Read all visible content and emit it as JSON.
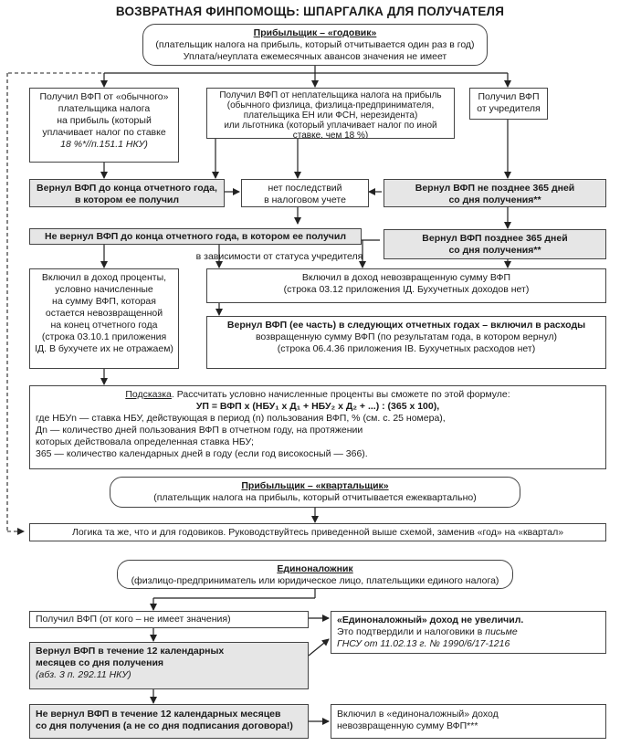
{
  "title": "ВОЗВРАТНАЯ ФИНПОМОЩЬ: ШПАРГАЛКА ДЛЯ ПОЛУЧАТЕЛЯ",
  "godovik": {
    "head": "Прибыльщик – «годовик»",
    "line1": "(плательщик налога на прибыль, который отчитывается один раз в год)",
    "line2": "Уплата/неуплата ежемесячных авансов значения не имеет"
  },
  "col1": {
    "l1": "Получил ВФП от «обычного»",
    "l2": "плательщика налога",
    "l3": "на прибыль (который",
    "l4": "уплачивает налог по ставке",
    "l5": "18 %*//п.151.1 НКУ)"
  },
  "col2": {
    "l1": "Получил ВФП от неплательщика налога на прибыль",
    "l2": "(обычного физлица, физлица-предпринимателя,",
    "l3": "плательщика ЕН или ФСН, нерезидента)",
    "l4": "или льготника (который уплачивает налог по иной",
    "l5": "ставке, чем 18 %)"
  },
  "col3": {
    "l1": "Получил ВФП",
    "l2": "от учредителя"
  },
  "returned_year": {
    "l1": "Вернул ВФП до конца отчетного года,",
    "l2": "в котором ее получил"
  },
  "no_consequences": {
    "l1": "нет последствий",
    "l2": "в налоговом учете"
  },
  "returned_365": {
    "l1": "Вернул ВФП не позднее 365 дней",
    "l2": "со дня получения**"
  },
  "not_returned_year": "Не вернул ВФП до конца отчетного года, в котором ее получил",
  "returned_after_365": {
    "l1": "Вернул ВФП позднее 365 дней",
    "l2": "со дня получения**"
  },
  "founder_note": "в зависимости от статуса учредителя",
  "interest": {
    "l1": "Включил в доход проценты,",
    "l2": "условно начисленные",
    "l3": "на сумму ВФП, которая",
    "l4": "остается невозвращенной",
    "l5": "на конец отчетного года",
    "l6": "(строка 03.10.1 приложения",
    "l7": "ІД. В бухучете их не отражаем)"
  },
  "income_unreturned": {
    "l1": "Включил в доход невозвращенную сумму ВФП",
    "l2": "(строка 03.12 приложения ІД. Бухучетных доходов нет)"
  },
  "returned_later": {
    "l1": "Вернул ВФП (ее часть) в следующих отчетных годах – включил в расходы",
    "l2": "возвращенную сумму ВФП (по результатам года, в котором вернул)",
    "l3": "(строка 06.4.36 приложения ІВ. Бухучетных расходов нет)"
  },
  "hint": {
    "label": "Подсказка",
    "intro": ". Рассчитать условно начисленные проценты вы сможете по этой формуле:",
    "formula": "УП = ВФП х (НБУ₁ х Д₁ + НБУ₂ х Д₂ + ...) : (365 х 100),",
    "d1": "где НБУn — ставка НБУ, действующая в период (n) пользования ВФП, % (см. с. 25 номера),",
    "d2": "Дn — количество дней пользования ВФП в отчетном году, на протяжении",
    "d3": "которых действовала определенная ставка НБУ;",
    "d4": "365 — количество календарных дней в году (если год високосный — 366)."
  },
  "kvartal": {
    "head": "Прибыльщик – «квартальщик»",
    "line1": "(плательщик налога на прибыль, который отчитывается ежеквартально)"
  },
  "logic": "Логика та же, что и для годовиков. Руководствуйтесь приведенной выше схемой, заменив «год» на «квартал»",
  "edinonal": {
    "head": "Единоналожник",
    "line1": "(физлицо-предприниматель или юридическое лицо, плательщики единого налога)"
  },
  "received_any": "Получил ВФП (от кого – не имеет значения)",
  "en_income": {
    "l1": "«Единоналожный» доход не увеличил.",
    "l2a": "Это подтвердили и налоговики в ",
    "l2b": "письме",
    "l3": "ГНСУ от 11.02.13 г. № 1990/6/17-1216"
  },
  "returned_12": {
    "l1": "Вернул ВФП в течение 12 календарных",
    "l2": "месяцев со дня получения",
    "l3": "(абз. 3 п. 292.11 НКУ)"
  },
  "not_returned_12": {
    "l1": "Не вернул ВФП в течение 12 календарных месяцев",
    "l2": "со дня получения (а не со дня подписания договора!)"
  },
  "en_include": {
    "l1": "Включил в «единоналожный» доход",
    "l2": "невозвращенную сумму ВФП***"
  }
}
